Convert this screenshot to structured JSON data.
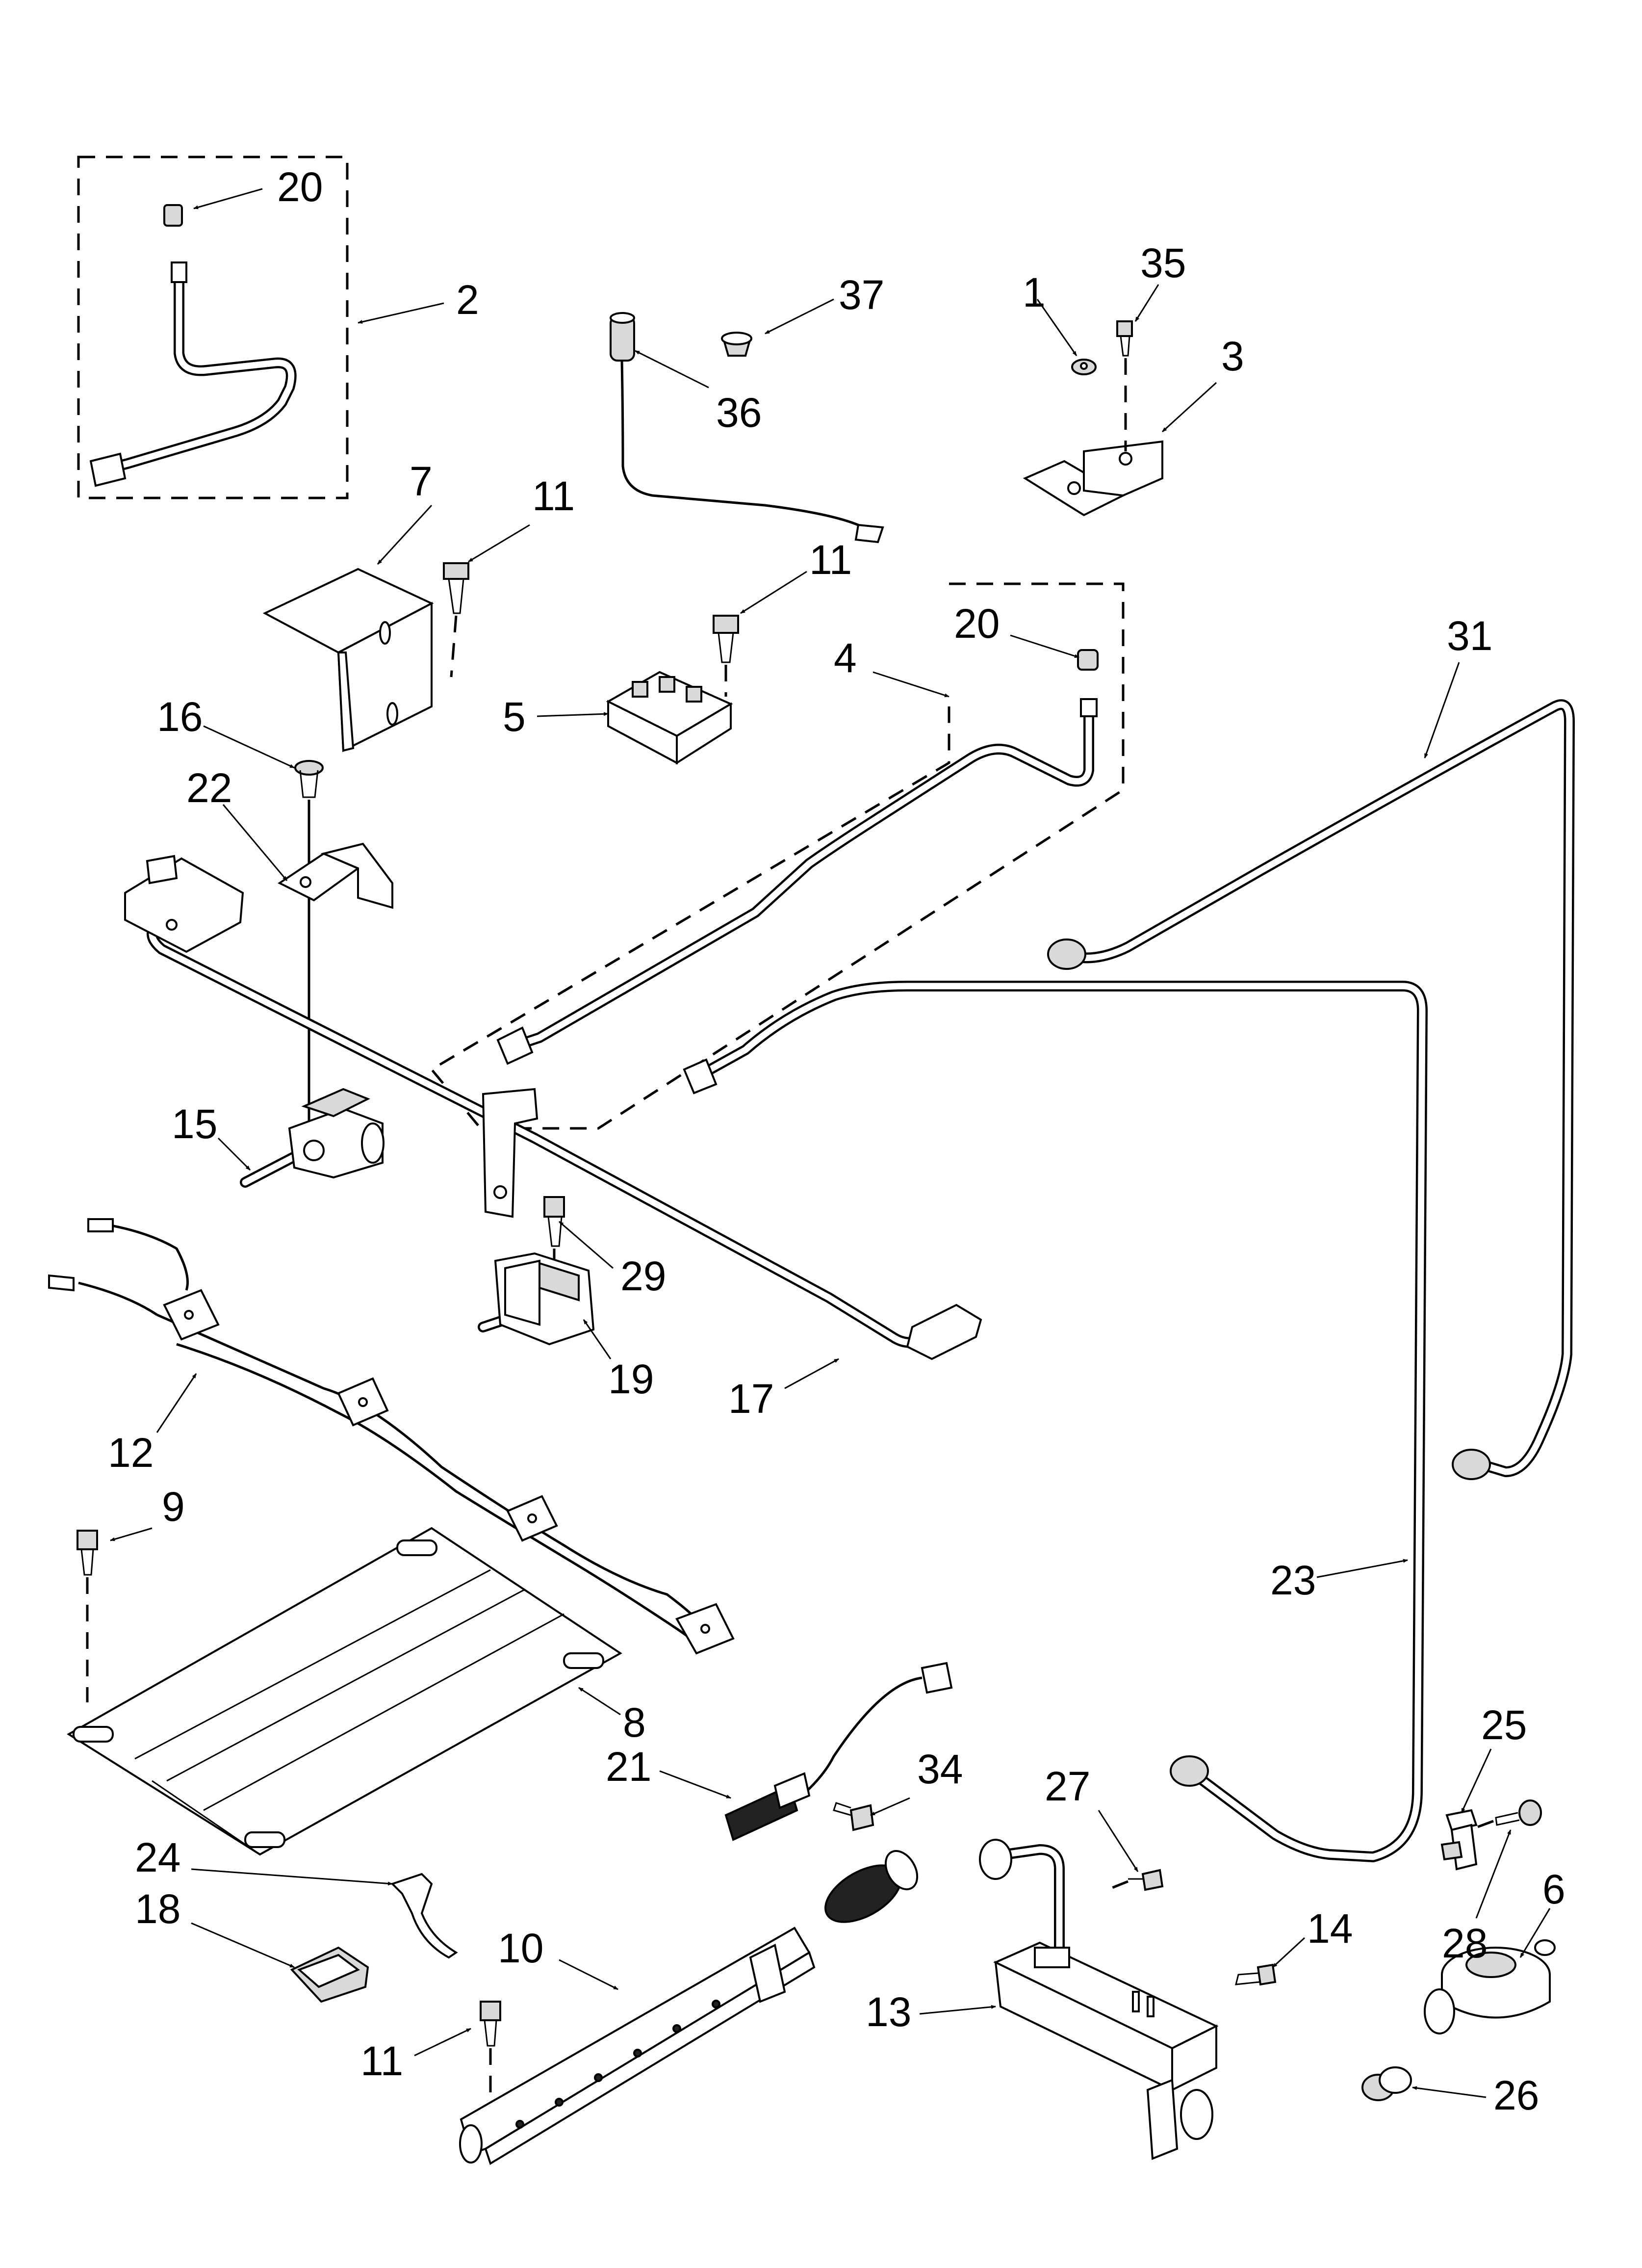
{
  "callouts": {
    "c1": "1",
    "c2": "2",
    "c3": "3",
    "c4": "4",
    "c5": "5",
    "c6": "6",
    "c7": "7",
    "c8": "8",
    "c9": "9",
    "c10": "10",
    "c11a": "11",
    "c11b": "11",
    "c11c": "11",
    "c12": "12",
    "c13": "13",
    "c14": "14",
    "c15": "15",
    "c16": "16",
    "c17": "17",
    "c18": "18",
    "c19": "19",
    "c20a": "20",
    "c20b": "20",
    "c21": "21",
    "c22": "22",
    "c23": "23",
    "c24": "24",
    "c25": "25",
    "c26": "26",
    "c27": "27",
    "c28": "28",
    "c29": "29",
    "c31": "31",
    "c34": "34",
    "c35": "35",
    "c36": "36",
    "c37": "37"
  }
}
